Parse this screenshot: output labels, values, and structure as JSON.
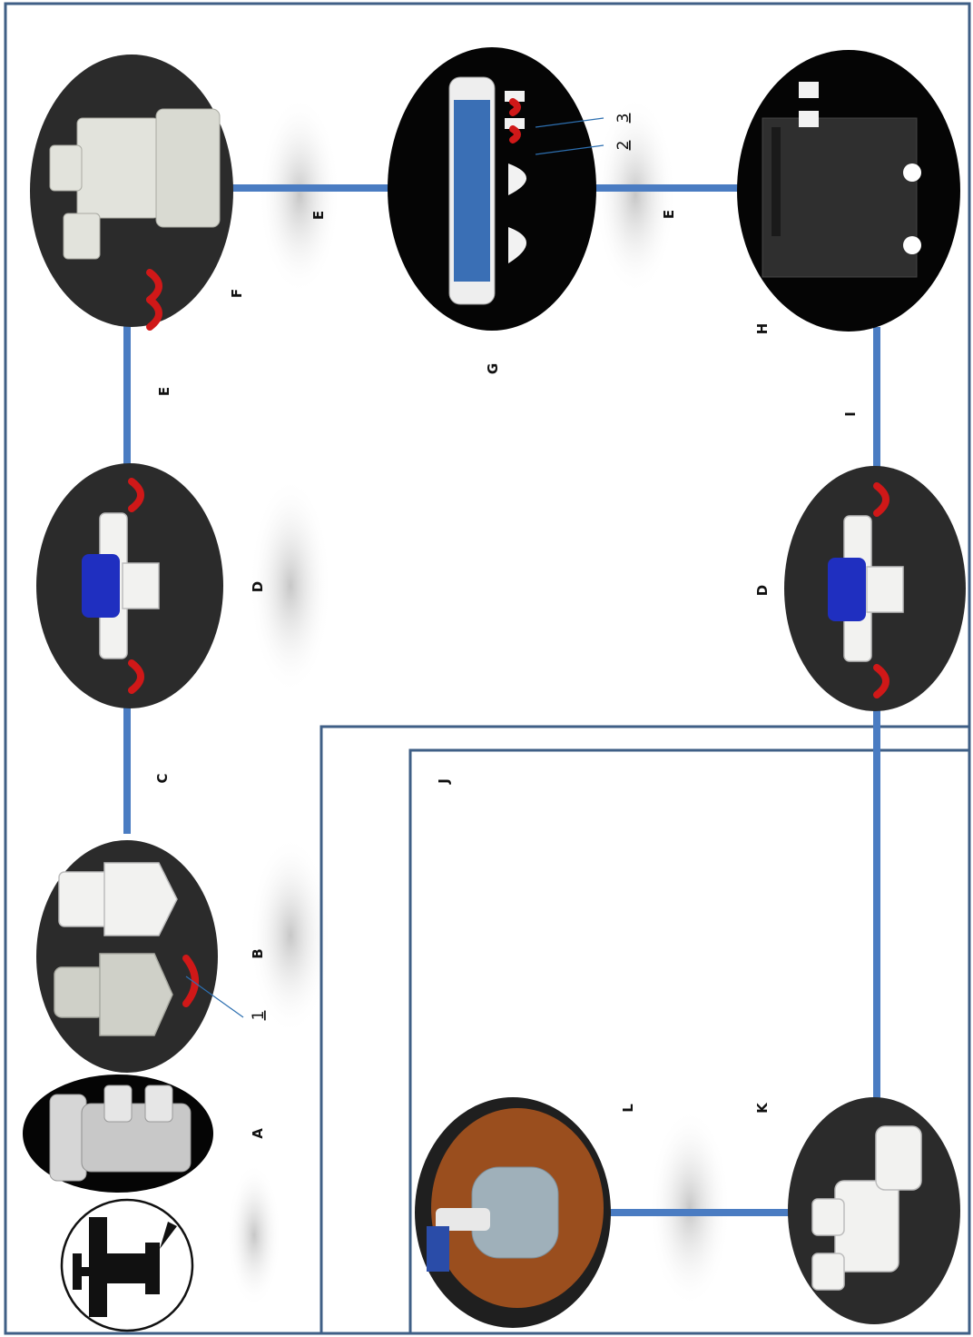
{
  "title": "",
  "colors": {
    "pipe": "#4a7cc2",
    "frame": "#3f5f86",
    "clip": "#d01818",
    "valve_handle": "#1f2fc0"
  },
  "components": {
    "tap": {
      "label": "",
      "icon": "tap-icon"
    },
    "angle_valve": {
      "label": "A",
      "icon": "angle-valve-icon"
    },
    "adapters": {
      "label": "B",
      "icon": "adapter-icon",
      "callout": "1"
    },
    "tube_c": {
      "label": "C"
    },
    "shutoff_valve_1": {
      "label": "D",
      "icon": "shutoff-valve-icon"
    },
    "tube_e1": {
      "label": "E"
    },
    "sediment_housing": {
      "label": "F",
      "icon": "filter-housing-icon"
    },
    "tube_e2": {
      "label": "E"
    },
    "inline_filter": {
      "label": "G",
      "icon": "inline-filter-icon",
      "callouts": [
        "2",
        "3"
      ]
    },
    "tube_e3": {
      "label": "E"
    },
    "unit": {
      "label": "H",
      "icon": "appliance-icon"
    },
    "tube_i": {
      "label": "I"
    },
    "shutoff_valve_2": {
      "label": "D",
      "icon": "shutoff-valve-icon"
    },
    "cabinet_area": {
      "label": "J"
    },
    "solenoid_valve": {
      "label": "K",
      "icon": "solenoid-valve-icon"
    },
    "drain_fitting": {
      "label": "L",
      "icon": "drain-fitting-icon"
    }
  }
}
